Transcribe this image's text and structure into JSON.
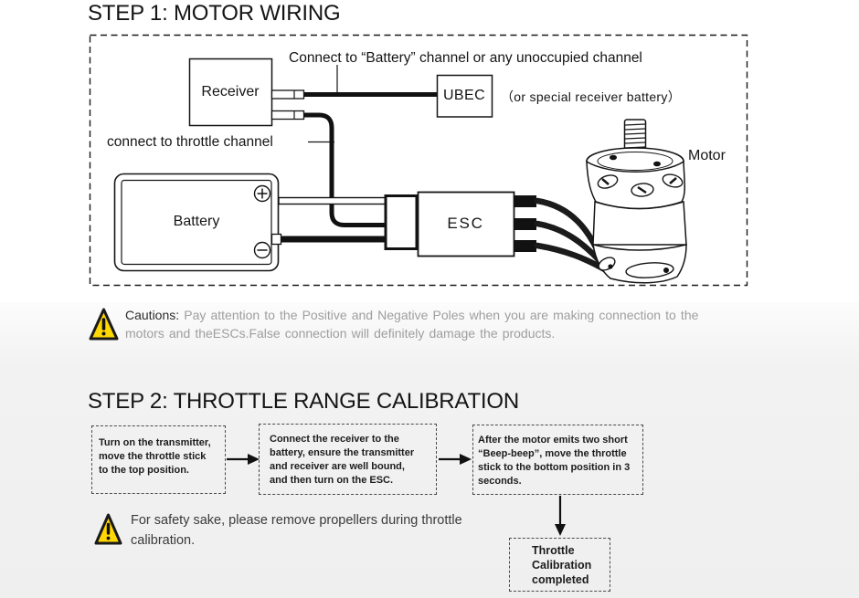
{
  "colors": {
    "warning_yellow": "#FFD703",
    "caution_gray": "#9e9e9e",
    "ink": "#151515"
  },
  "step1": {
    "title": "STEP 1: MOTOR WIRING",
    "diagram": {
      "receiver_label": "Receiver",
      "ubec_label": "UBEC",
      "esc_label": "ESC",
      "battery_label": "Battery",
      "motor_label": "Motor",
      "battery_channel_note": "Connect to “Battery” channel or any unoccupied channel",
      "ubec_note": "（or special receiver battery）",
      "throttle_note": "connect to throttle channel"
    },
    "caution": {
      "prefix": "Cautions:",
      "text": "Pay attention to the Positive and Negative Poles when you are making connection to the\nmotors and theESCs.False connection will definitely damage the products."
    }
  },
  "step2": {
    "title": "STEP 2: THROTTLE RANGE CALIBRATION",
    "flow": [
      {
        "text": "Turn on the transmitter,\nmove the throttle stick\nto the top position."
      },
      {
        "text": "Connect the receiver to the\nbattery, ensure the transmitter\nand receiver are well bound,\nand then turn on the ESC."
      },
      {
        "text": "After the motor emits two short\n“Beep-beep”, move the throttle\nstick to the bottom position in 3\nseconds."
      },
      {
        "text": "Throttle\nCalibration\ncompleted"
      }
    ],
    "safety_note": "For safety sake, please remove propellers during throttle\ncalibration."
  }
}
